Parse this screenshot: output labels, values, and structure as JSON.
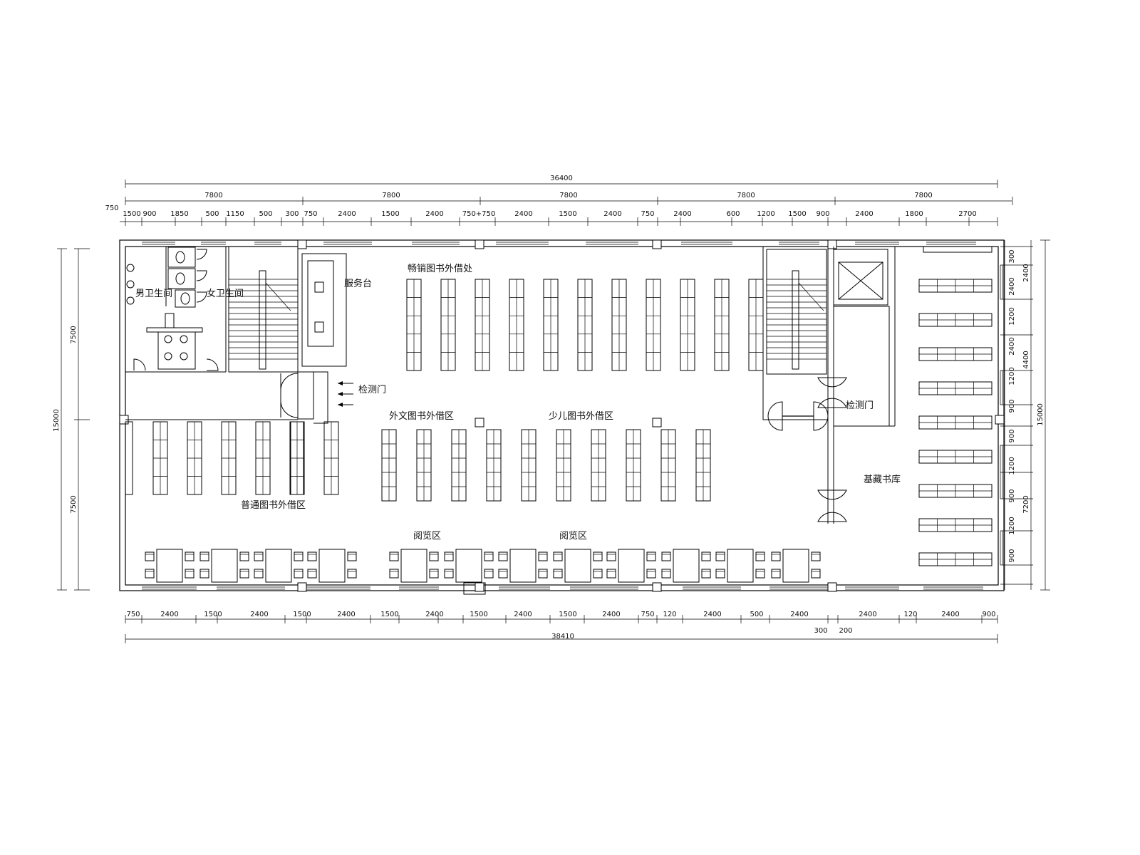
{
  "dimensions": {
    "top_total": "36400",
    "top_bays": [
      "7800",
      "7800",
      "7800",
      "7800",
      "7800"
    ],
    "top_left_offset": "750",
    "top_detail": [
      "1500",
      "900",
      "1850",
      "500",
      "1150",
      "500",
      "300",
      "750",
      "2400",
      "1500",
      "2400",
      "750+750",
      "2400",
      "1500",
      "2400",
      "750",
      "2400",
      "600",
      "1200",
      "1500",
      "900",
      "2400",
      "1800",
      "2700"
    ],
    "bottom_detail": [
      "750",
      "2400",
      "1500",
      "2400",
      "1500",
      "2400",
      "1500",
      "2400",
      "1500",
      "2400",
      "1500",
      "2400",
      "750",
      "120",
      "2400",
      "500",
      "2400",
      "2400",
      "120",
      "2400",
      "900"
    ],
    "bottom_small": [
      "300",
      "200"
    ],
    "bottom_total": "38410",
    "left_segments": [
      "7500",
      "7500"
    ],
    "left_total": "15000",
    "right_detail": [
      "300",
      "2400",
      "1200",
      "2400",
      "1200",
      "900",
      "900",
      "1200",
      "900",
      "1200",
      "900"
    ],
    "right_groups": [
      "2400",
      "4400",
      "7200"
    ],
    "right_total": "15000"
  },
  "rooms": {
    "mens_restroom": "男卫生间",
    "womens_restroom": "女卫生间",
    "service_desk": "服务台",
    "bestseller_area": "畅销图书外借处",
    "checkpoint_left": "检测门",
    "checkpoint_right": "检测门",
    "foreign_area": "外文图书外借区",
    "children_area": "少儿图书外借区",
    "general_area": "普通图书外借区",
    "reading_left": "阅览区",
    "reading_right": "阅览区",
    "storage": "基藏书库"
  }
}
